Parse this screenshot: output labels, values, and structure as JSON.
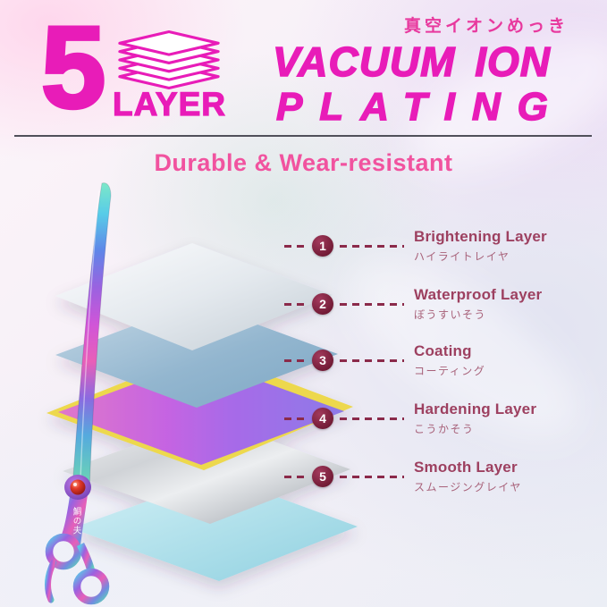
{
  "header": {
    "big_number": "5",
    "layer_word": "LAYER",
    "jp_title": "真空イオンめっき",
    "title_line1": "VACUUM ION",
    "title_line2": "PLATING",
    "subtitle": "Durable & Wear-resistant"
  },
  "scissors": {
    "blade_text": "鯛の夫"
  },
  "legend": [
    {
      "num": "1",
      "label": "Brightening Layer",
      "jp": "ハイライトレイヤ"
    },
    {
      "num": "2",
      "label": "Waterproof Layer",
      "jp": "ぼうすいそう"
    },
    {
      "num": "3",
      "label": "Coating",
      "jp": "コーティング"
    },
    {
      "num": "4",
      "label": "Hardening Layer",
      "jp": "こうかそう"
    },
    {
      "num": "5",
      "label": "Smooth Layer",
      "jp": "スムージングレイヤ"
    }
  ],
  "colors": {
    "title_magenta": "#e81cb8",
    "subtitle_pink": "#f1539f",
    "jp_title_pink": "#e8399e",
    "badge_maroon": "#7a1c3a",
    "dash_maroon": "#8b2a4a",
    "label_rose": "#9d4060",
    "layer_brightening": "#dfe6ec",
    "layer_waterproof": "#93b6cf",
    "layer_coating": "#b468de",
    "layer_hardening": "#c6c9cd",
    "layer_smooth": "#a5dcea",
    "accent_yellow": "#edd84e"
  }
}
